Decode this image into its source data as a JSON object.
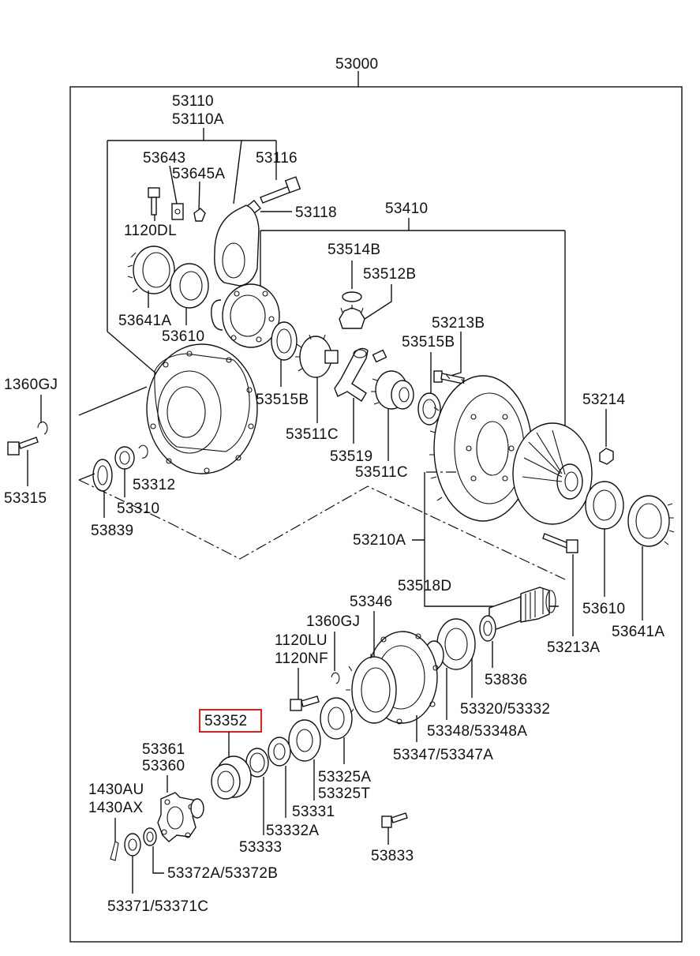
{
  "diagram": {
    "title": "Rear Axle Differential Carrier Assembly",
    "assembly_number": "53000",
    "highlight_color": "#e0201c",
    "highlighted_part": "53352",
    "labels": {
      "assy": "53000",
      "carrier": "53110",
      "carrier_a": "53110A",
      "bolt_53116": "53116",
      "pin_53118": "53118",
      "lock_53643": "53643",
      "lock_53645a": "53645A",
      "bolt_1120dl": "1120DL",
      "adjuster_left": "53641A",
      "bearing_left": "53610",
      "diff_case_assy": "53410",
      "washer_53514b": "53514B",
      "pinion_53512b": "53512B",
      "washer_53515b_left": "53515B",
      "gear_53511c_left": "53511C",
      "shaft_53519": "53519",
      "gear_53511c_right": "53511C",
      "washer_53515b_right": "53515B",
      "bolt_53213b": "53213B",
      "nut_53214": "53214",
      "bearing_right": "53610",
      "adjuster_right": "53641A",
      "bolt_1360gj_top": "1360GJ",
      "bolt_53315": "53315",
      "plug_53312": "53312",
      "seal_53310": "53310",
      "gasket_53839": "53839",
      "gear_set": "53210A",
      "spacer_53518d": "53518D",
      "bolt_53213a": "53213A",
      "bolt_1360gj_mid": "1360GJ",
      "retainer_53346": "53346",
      "bolt_1120lu": "1120LU",
      "bolt_1120nf": "1120NF",
      "shim_53836": "53836",
      "bearing_53320": "53320/53332",
      "spacer_53348": "53348/53348A",
      "cage_53347": "53347/53347A",
      "seal_53352": "53352",
      "bearing_53325": "53325A",
      "bearing_53325t": "53325T",
      "washer_53331": "53331",
      "washer_53332a": "53332A",
      "slinger_53333": "53333",
      "flange_53361": "53361",
      "flange_53360": "53360",
      "pin_1430au": "1430AU",
      "pin_1430ax": "1430AX",
      "washer_53372": "53372A/53372B",
      "nut_53371": "53371/53371C",
      "bolt_53833": "53833"
    }
  }
}
